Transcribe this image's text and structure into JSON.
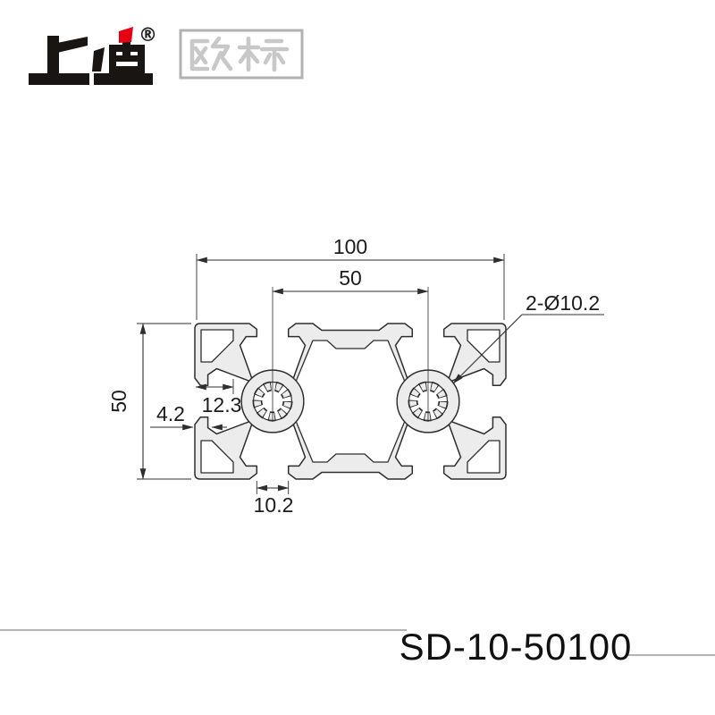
{
  "logo": {
    "brand": "上迪",
    "registered": "®",
    "standard_label": "欧标",
    "accent_color": "#e60012"
  },
  "drawing": {
    "type": "extrusion-profile-cross-section",
    "dims": {
      "overall_width": "100",
      "bore_spacing": "50",
      "overall_height": "50",
      "slot_cavity_depth": "12.3",
      "wall_thickness": "4.2",
      "slot_opening": "10.2",
      "bore_callout": "2-Ø10.2"
    },
    "profile_fill": "#ececec",
    "line_color": "#2e2e2e"
  },
  "footer": {
    "product_code": "SD-10-50100"
  }
}
